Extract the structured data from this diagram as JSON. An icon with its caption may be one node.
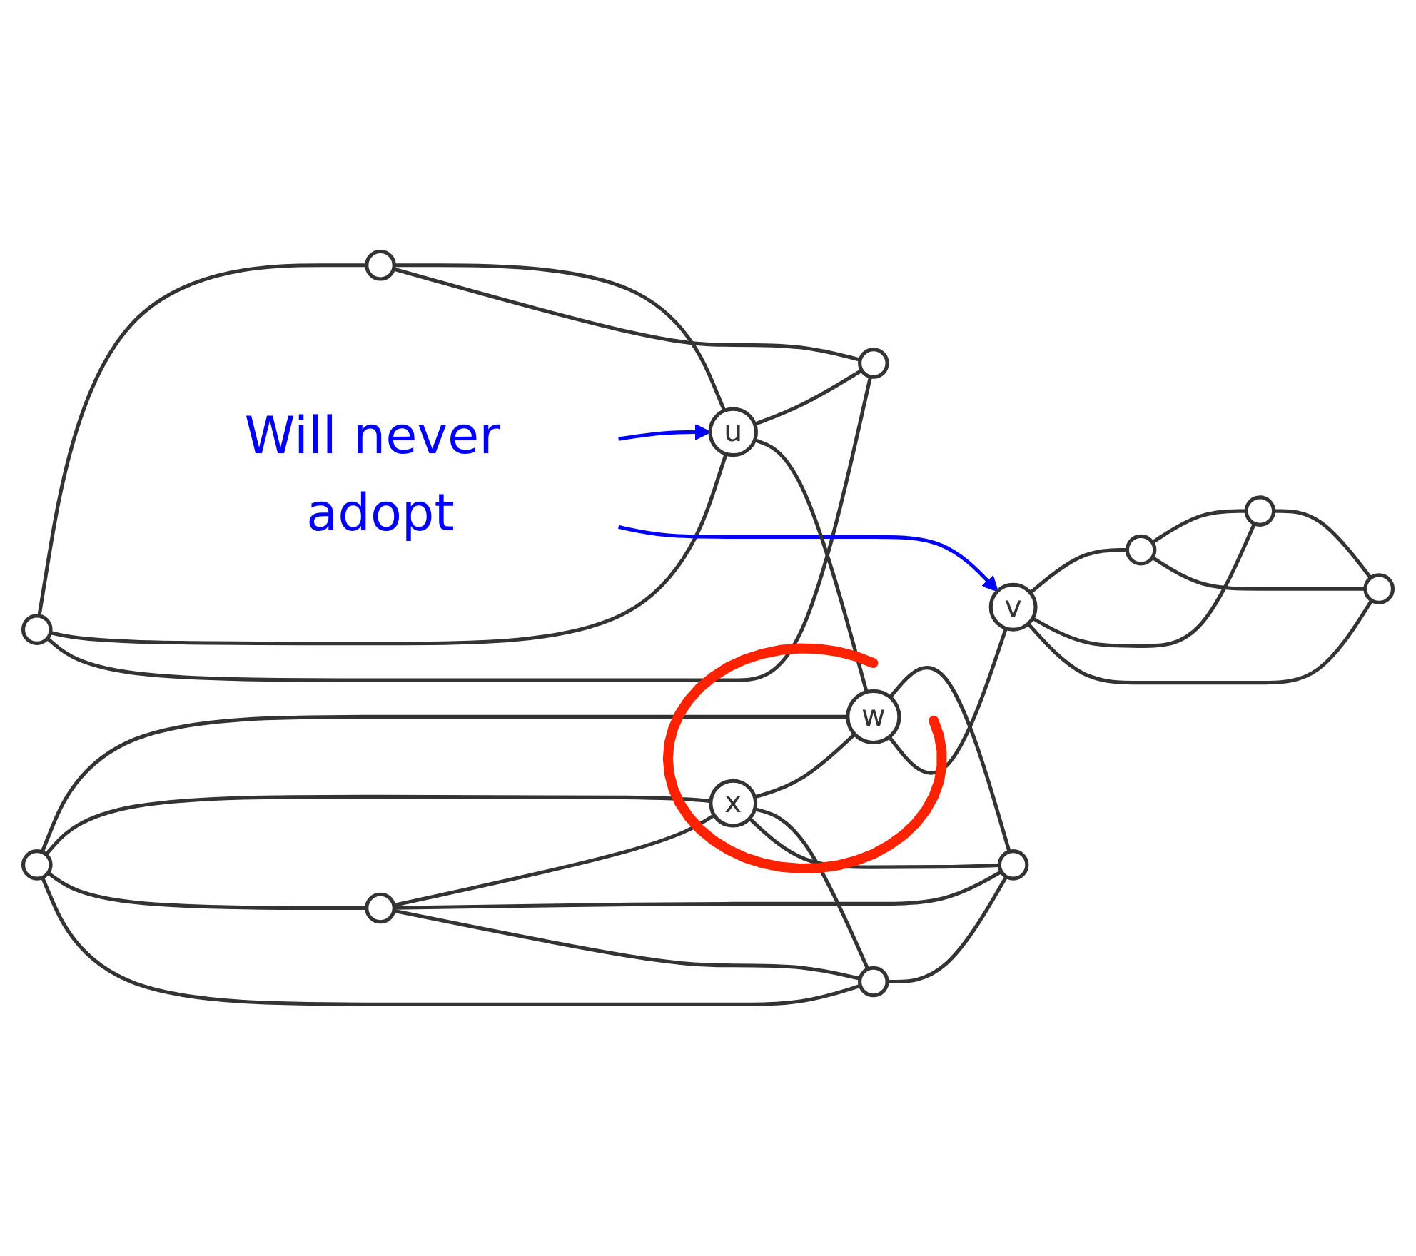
{
  "diagram": {
    "nodes": [
      {
        "text": [],
        "shape": "circle"
      },
      {
        "text": [],
        "shape": "circle"
      },
      {
        "text": [
          "Will never adopt"
        ]
      },
      {
        "text": [
          "u"
        ]
      },
      {
        "text": [],
        "shape": "circle"
      },
      {
        "text": [],
        "shape": "circle"
      },
      {
        "text": [
          "w"
        ]
      },
      {
        "text": [
          "x"
        ]
      },
      {
        "text": [],
        "shape": "circle"
      },
      {
        "text": [
          "v"
        ]
      },
      {
        "text": [],
        "shape": "circle"
      },
      {
        "text": [],
        "shape": "circle"
      },
      {
        "text": [],
        "shape": "circle"
      },
      {
        "text": [],
        "shape": "circle"
      },
      {
        "text": [],
        "shape": "circle"
      }
    ],
    "edges": [
      {
        "from": 0,
        "to": 1,
        "arrow": "none"
      },
      {
        "from": 0,
        "to": 3,
        "arrow": "none"
      },
      {
        "from": 0,
        "to": 4,
        "arrow": "none"
      },
      {
        "from": 1,
        "to": 3,
        "arrow": "none"
      },
      {
        "from": 1,
        "to": 4,
        "arrow": "none"
      },
      {
        "from": 3,
        "to": 4,
        "arrow": "none"
      },
      {
        "from": 2,
        "to": 3,
        "arrow": "to",
        "color": "#0000ff"
      },
      {
        "from": 2,
        "to": 9,
        "arrow": "to",
        "color": "#0000ff"
      },
      {
        "from": 3,
        "to": 6,
        "arrow": "none"
      },
      {
        "from": 5,
        "to": 6,
        "arrow": "none"
      },
      {
        "from": 5,
        "to": 7,
        "arrow": "none"
      },
      {
        "from": 5,
        "to": 8,
        "arrow": "none"
      },
      {
        "from": 5,
        "to": 12,
        "arrow": "none"
      },
      {
        "from": 8,
        "to": 7,
        "arrow": "none"
      },
      {
        "from": 8,
        "to": 11,
        "arrow": "none"
      },
      {
        "from": 8,
        "to": 12,
        "arrow": "none"
      },
      {
        "from": 7,
        "to": 6,
        "arrow": "none"
      },
      {
        "from": 7,
        "to": 12,
        "arrow": "none"
      },
      {
        "from": 7,
        "to": 11,
        "arrow": "none"
      },
      {
        "from": 6,
        "to": 11,
        "arrow": "none"
      },
      {
        "from": 12,
        "to": 11,
        "arrow": "none"
      },
      {
        "from": 6,
        "to": 9,
        "arrow": "none"
      },
      {
        "from": 9,
        "to": 10,
        "arrow": "none"
      },
      {
        "from": 9,
        "to": 13,
        "arrow": "none"
      },
      {
        "from": 9,
        "to": 14,
        "arrow": "none"
      },
      {
        "from": 10,
        "to": 13,
        "arrow": "none"
      },
      {
        "from": 10,
        "to": 14,
        "arrow": "none"
      },
      {
        "from": 13,
        "to": 14,
        "arrow": "none"
      }
    ]
  }
}
